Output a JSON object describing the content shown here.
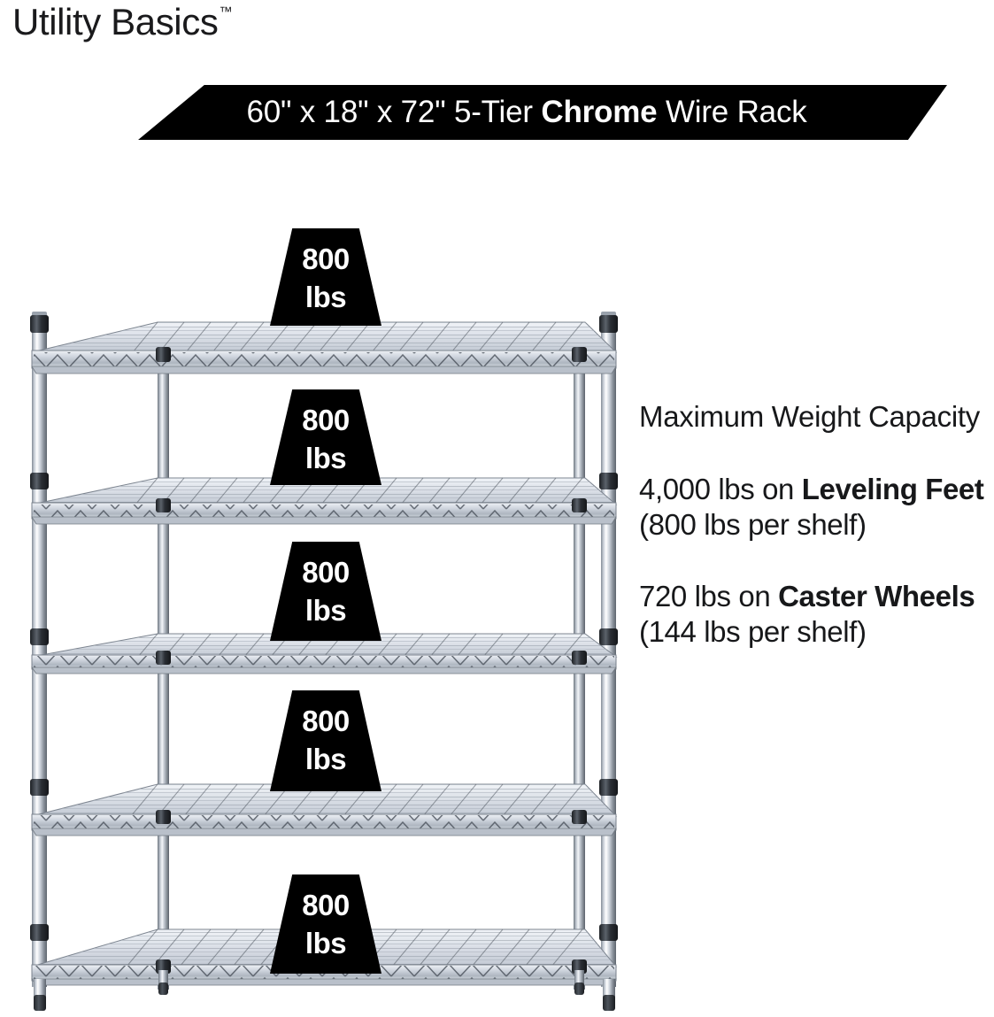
{
  "brand": {
    "name": "Utility Basics",
    "trademark": "™"
  },
  "banner": {
    "prefix": "60\" x 18\" x 72\" 5-Tier ",
    "emphasis": "Chrome",
    "suffix": " Wire Rack",
    "background_color": "#000000",
    "text_color": "#ffffff"
  },
  "info": {
    "heading": "Maximum Weight Capacity",
    "specs": [
      {
        "lead": "4,000 lbs on ",
        "emphasis": "Leveling Feet",
        "tail": " (800 lbs per shelf)"
      },
      {
        "lead": "720 lbs on ",
        "emphasis": "Caster Wheels",
        "tail": " (144 lbs per shelf)"
      }
    ]
  },
  "product": {
    "type": "5-tier chrome wire shelving rack",
    "tiers": 5,
    "shelf_capacity_value": "800",
    "shelf_capacity_unit": "lbs",
    "badges": [
      {
        "value": "800",
        "unit": "lbs"
      },
      {
        "value": "800",
        "unit": "lbs"
      },
      {
        "value": "800",
        "unit": "lbs"
      },
      {
        "value": "800",
        "unit": "lbs"
      },
      {
        "value": "800",
        "unit": "lbs"
      }
    ],
    "colors": {
      "chrome_light": "#e9edf2",
      "chrome_mid": "#c3c9d2",
      "chrome_dark": "#6f7782",
      "wire_line": "#3c434d",
      "collar": "#2b2f35",
      "badge": "#000000"
    }
  }
}
